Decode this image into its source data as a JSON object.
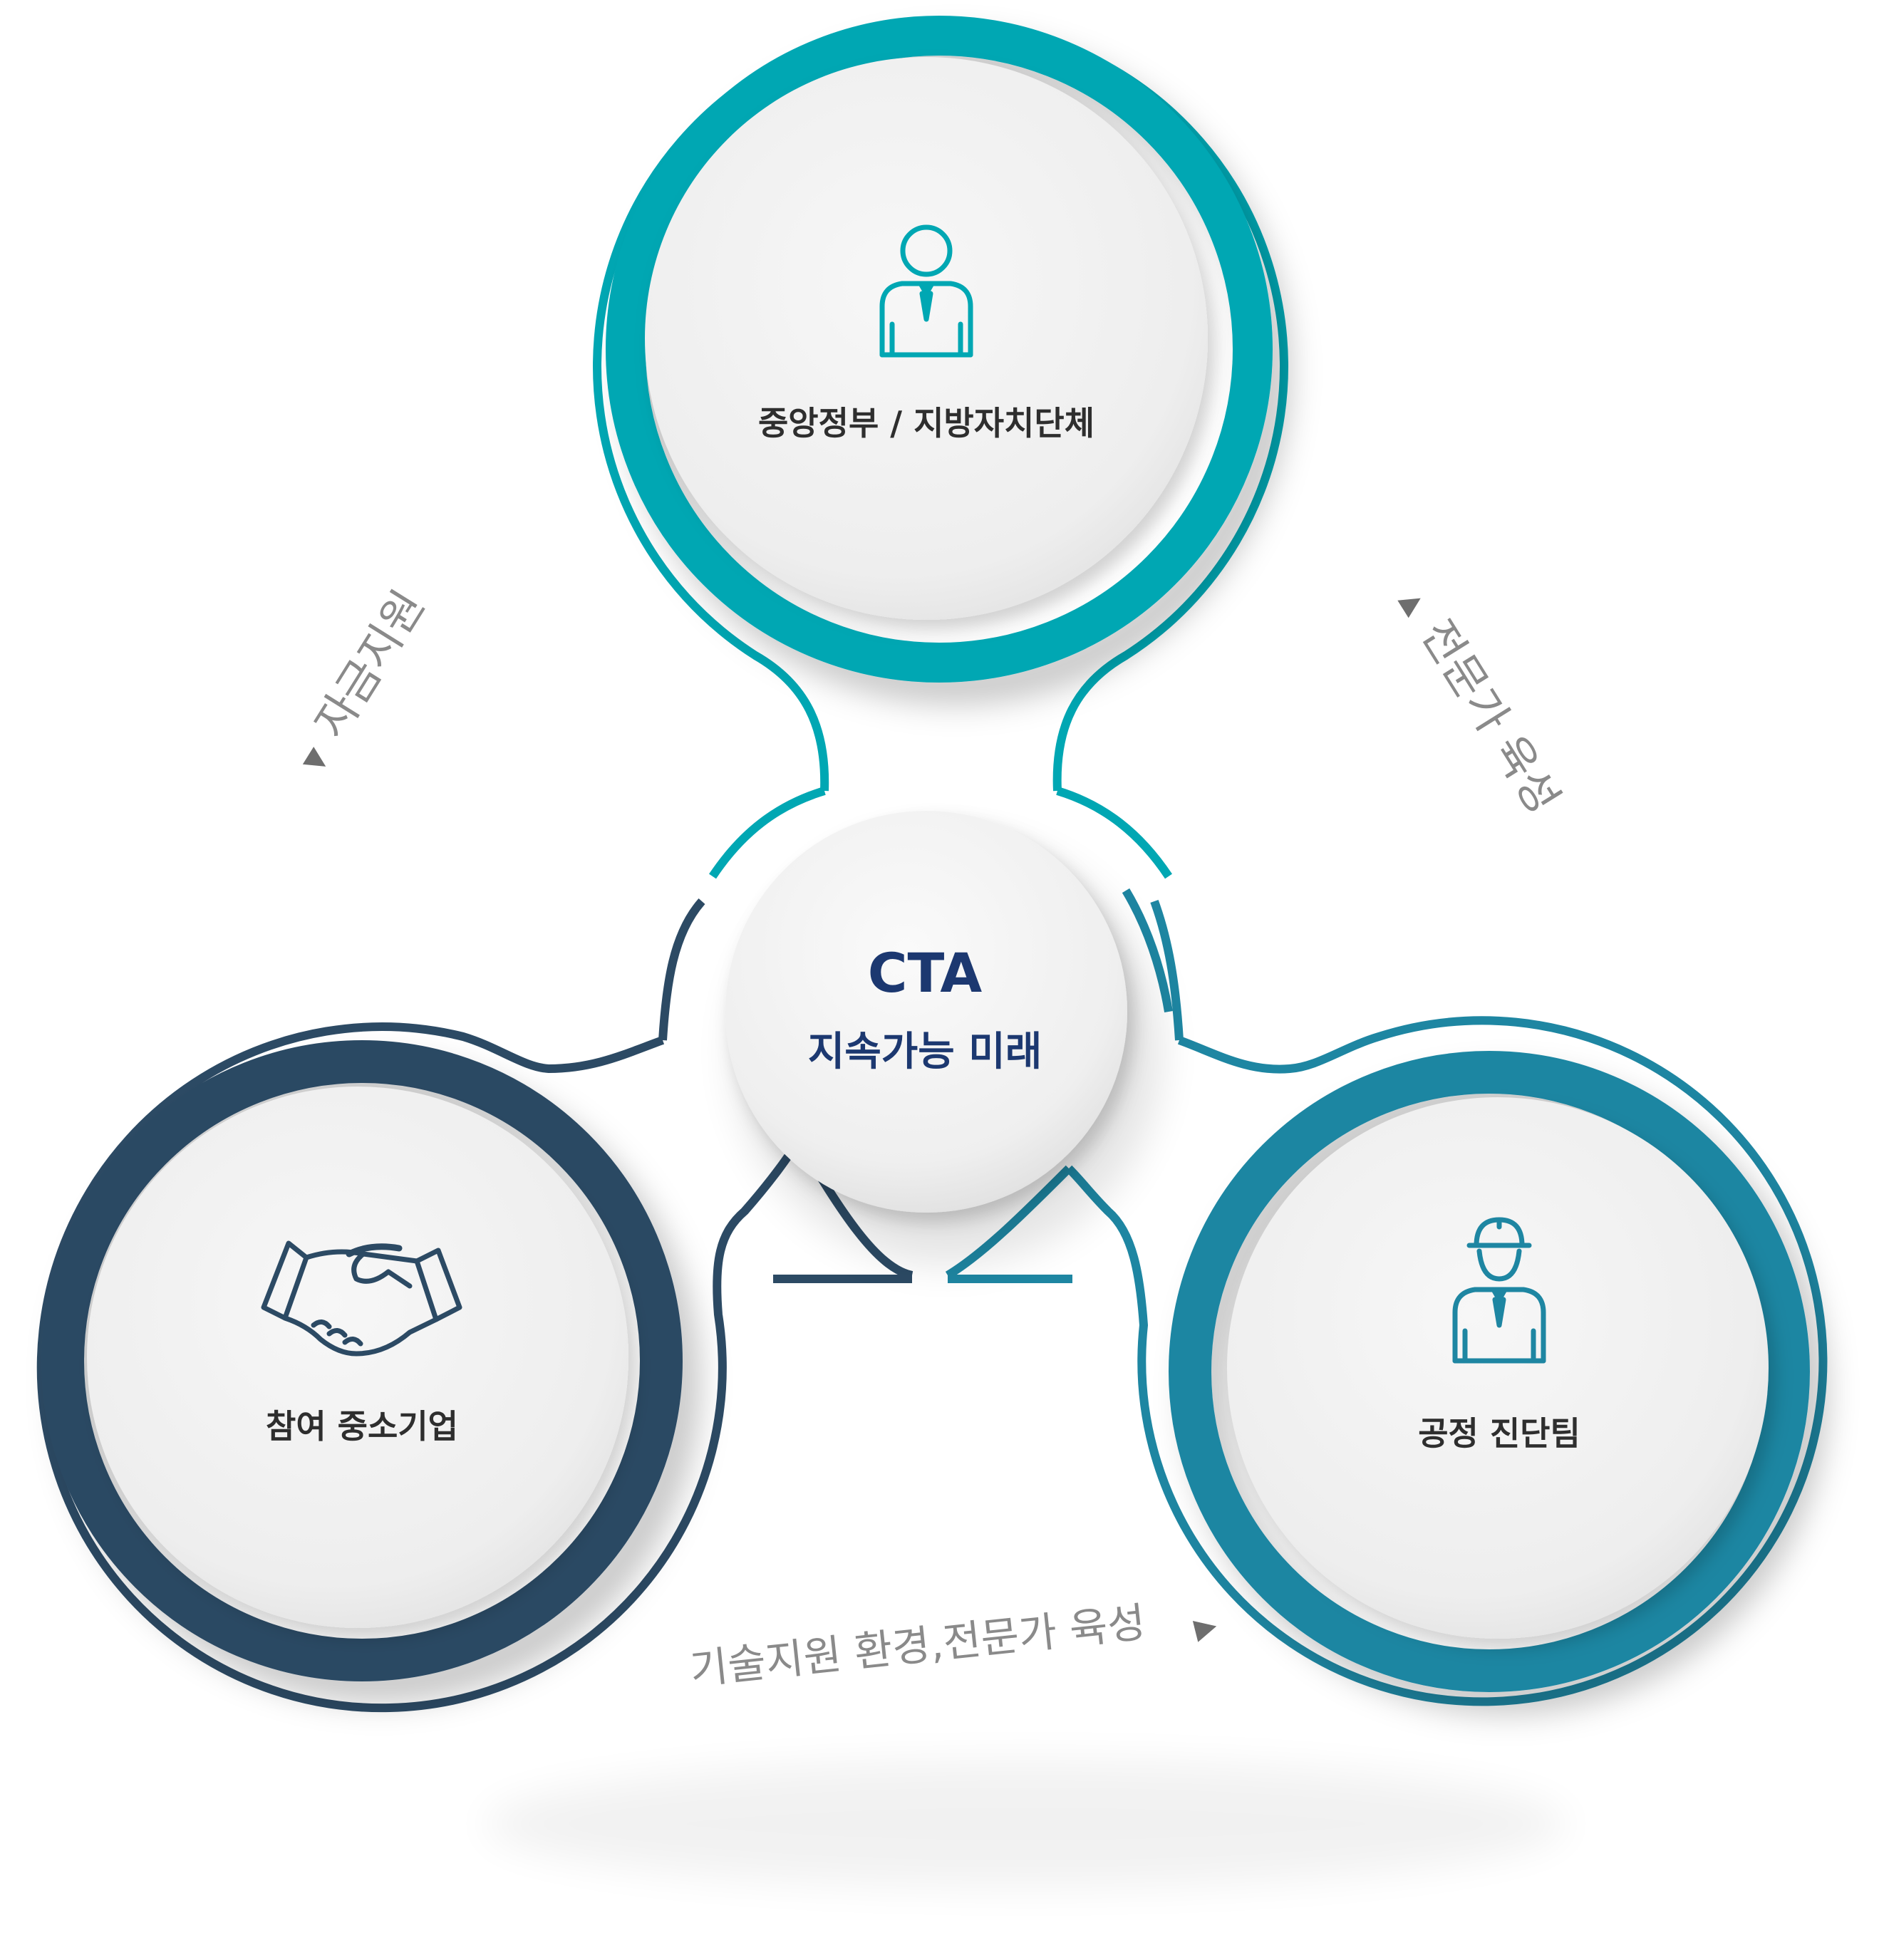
{
  "center": {
    "title": "CTA",
    "subtitle": "지속가능 미래"
  },
  "nodes": {
    "top": {
      "label": "중앙정부 / 지방자치단체",
      "icon": "person-tie-icon",
      "color": "#00a7b3"
    },
    "left": {
      "label": "참여 중소기업",
      "icon": "handshake-icon",
      "color": "#2c4a64"
    },
    "right": {
      "label": "공정 진단팀",
      "icon": "worker-hardhat-icon",
      "color": "#1e86a2"
    }
  },
  "flows": {
    "left": {
      "label": "자금지원",
      "arrow": "▼"
    },
    "right": {
      "label": "전문가 육성",
      "arrow": "▲"
    },
    "bottom": {
      "label": "기술지원 환경,전문가 육성",
      "arrow": "▶"
    }
  },
  "colors": {
    "teal": "#00a7b3",
    "navy": "#2c4a64",
    "blue": "#1e86a2",
    "circle_fill": "#f2f2f2",
    "center_text": "#1c3870",
    "label_text": "#2e2e2e",
    "flow_text": "#8a8a8a"
  }
}
